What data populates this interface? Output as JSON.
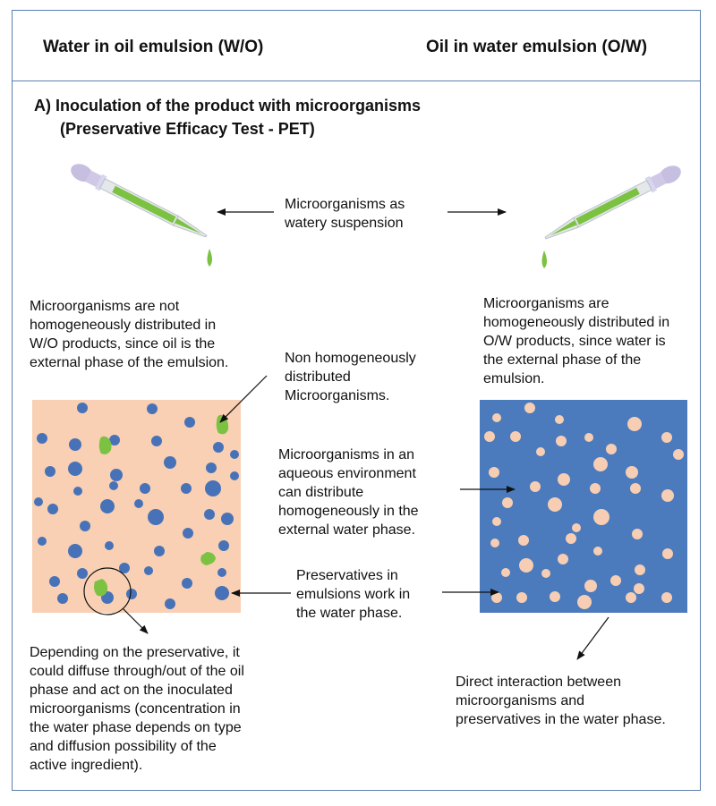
{
  "header": {
    "left_title": "Water in oil emulsion (W/O)",
    "right_title": "Oil in water emulsion (O/W)"
  },
  "section": {
    "line1": "A) Inoculation of the product with microorganisms",
    "line2": "(Preservative Efficacy Test - PET)"
  },
  "labels": {
    "suspension": [
      "Microorganisms as",
      "watery suspension"
    ],
    "wo_note": [
      "Microorganisms are not",
      "homogeneously distributed in",
      "W/O products, since oil is the",
      "external phase of the emulsion."
    ],
    "ow_note": [
      "Microorganisms are",
      "homogeneously distributed in",
      "O/W products, since water is",
      "the external phase of the",
      "emulsion."
    ],
    "non_homog": [
      "Non homogeneously",
      "distributed",
      "Microorganisms."
    ],
    "aqueous": [
      "Microorganisms in an",
      "aqueous environment",
      "can distribute",
      "homogeneously in the",
      "external water phase."
    ],
    "preservatives": [
      "Preservatives in",
      "emulsions work in",
      "the water phase."
    ],
    "diffuse": [
      "Depending on the preservative, it",
      "could diffuse through/out of the oil",
      "phase and act on the inoculated",
      "microorganisms (concentration in",
      "the water phase depends on type",
      "and diffusion possibility of the",
      "active ingredient)."
    ],
    "direct": [
      "Direct interaction between",
      "microorganisms and",
      "preservatives in the water phase."
    ]
  },
  "colors": {
    "oil_phase": "#f9d0b3",
    "water_phase": "#4b7bbd",
    "droplet_blue": "#4872b8",
    "droplet_peach": "#f7ceb3",
    "microorganism": "#7cc242",
    "border": "#5b7fb0"
  }
}
